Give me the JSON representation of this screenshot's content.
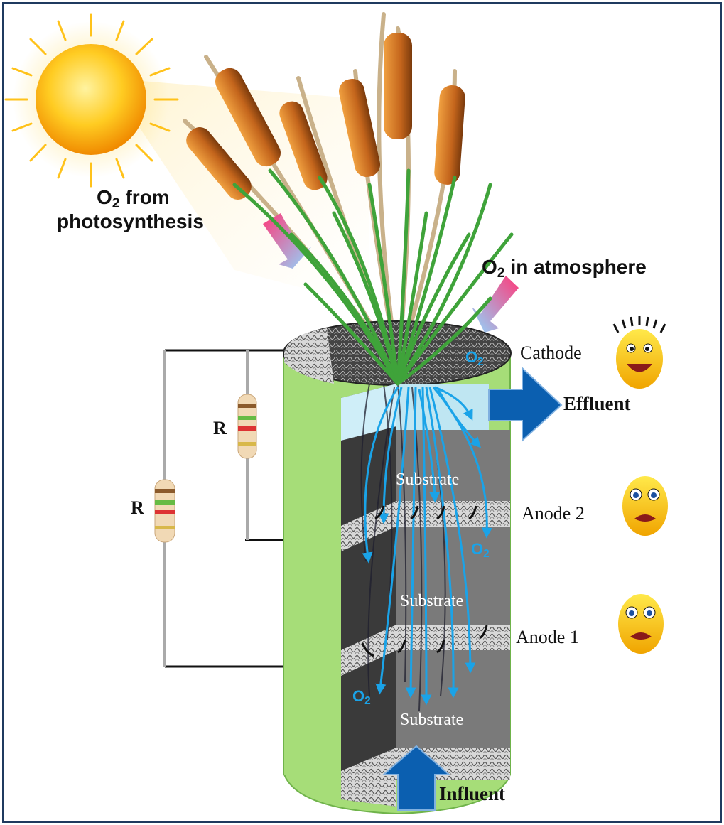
{
  "labels": {
    "o2_photosynthesis_line1": "O",
    "o2_photosynthesis_sub": "2",
    "o2_photosynthesis_rest": " from",
    "o2_photosynthesis_line2": "photosynthesis",
    "o2_atmosphere_main": "O",
    "o2_atmosphere_sub": "2",
    "o2_atmosphere_rest": " in atmosphere",
    "cathode": "Cathode",
    "effluent": "Effluent",
    "anode2": "Anode 2",
    "anode1": "Anode 1",
    "influent": "Influent",
    "resistor_inner": "R",
    "resistor_outer": "R",
    "substrate_top": "Substrate",
    "substrate_mid": "Substrate",
    "substrate_bottom": "Substrate",
    "o2_symbol": "O",
    "o2_subscript": "2"
  },
  "colors": {
    "o2_text": "#1aa3e8",
    "arrow_flow": "#0b5fb0",
    "root_arrows": "#1aa3e8",
    "cylinder_shell": "#a6dd78",
    "sun": "#f5a800"
  }
}
